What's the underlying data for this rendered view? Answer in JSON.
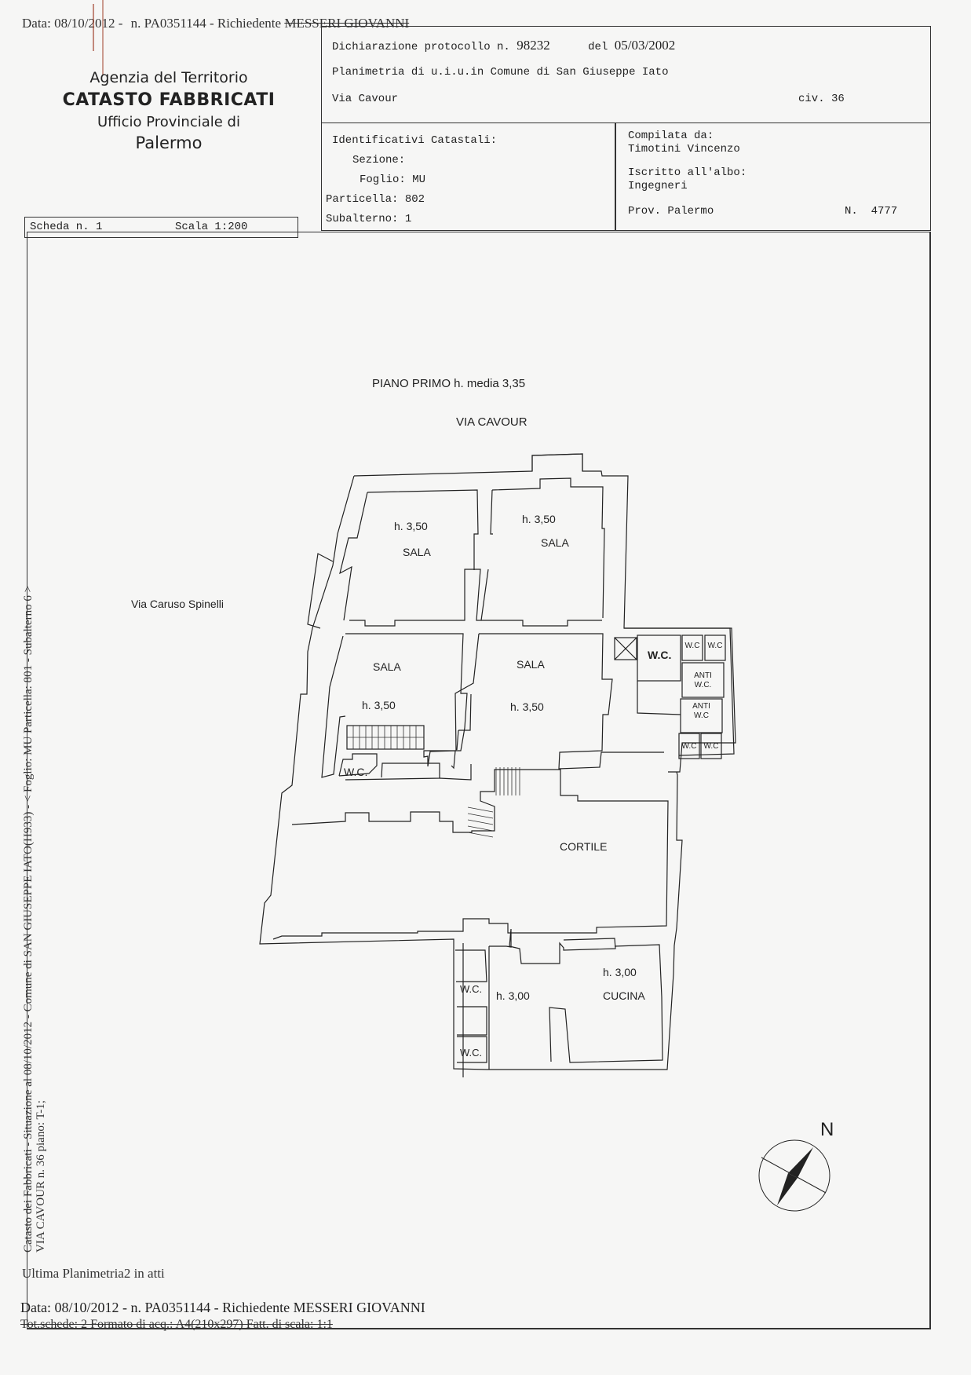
{
  "top_stamp": {
    "data": "Data: 08/10/2012 -",
    "numero": "n. PA0351144 -",
    "richiedente_label": "Richiedente",
    "richiedente_name": "MESSERI GIOVANNI"
  },
  "agency": {
    "line1": "Agenzia del Territorio",
    "line2": "CATASTO FABBRICATI",
    "line3": "Ufficio Provinciale di",
    "line4": "Palermo"
  },
  "declaration": {
    "protocol_label": "Dichiarazione protocollo n.",
    "protocol_number": "98232",
    "date_label": "del",
    "date": "05/03/2002",
    "planimetria_label": "Planimetria di u.i.u.in Comune di",
    "comune": "San Giuseppe Iato",
    "street": "Via Cavour",
    "civico_label": "civ.",
    "civico": "36"
  },
  "identifiers": {
    "title": "Identificativi Catastali:",
    "sezione_label": "Sezione:",
    "sezione": "",
    "foglio_label": "Foglio:",
    "foglio": "MU",
    "particella_label": "Particella:",
    "particella": "802",
    "subalterno_label": "Subalterno:",
    "subalterno": "1"
  },
  "compiler": {
    "label": "Compilata da:",
    "name": "Timotini Vincenzo",
    "albo_label": "Iscritto all'albo:",
    "albo": "Ingegneri",
    "prov_label": "Prov.",
    "prov": "Palermo",
    "number_label": "N.",
    "number": "4777"
  },
  "sheet": {
    "scheda_label": "Scheda n.",
    "scheda": "1",
    "scala_label": "Scala",
    "scala": "1:200"
  },
  "plan": {
    "floor_title": "PIANO PRIMO h. media 3,35",
    "street_north": "VIA CAVOUR",
    "street_west": "Via Caruso Spinelli",
    "rooms": [
      {
        "name": "SALA",
        "height": "h. 3,50"
      },
      {
        "name": "SALA",
        "height": "h. 3,50"
      },
      {
        "name": "SALA",
        "height": "h. 3,50"
      },
      {
        "name": "SALA",
        "height": "h. 3,50"
      },
      {
        "name": "W.C.",
        "height": ""
      },
      {
        "name": "CORTILE",
        "height": ""
      },
      {
        "name": "CUCINA",
        "height": "h. 3,00"
      },
      {
        "name": "",
        "height": "h. 3,00"
      }
    ],
    "wc_label": "W.C.",
    "wc_small": "W.C",
    "anti_wc_line1": "ANTI",
    "anti_wc_line2": "W.C.",
    "anti_wc_line2b": "W.C",
    "compass_label": "N"
  },
  "side_text": {
    "line1": "Catasto dei Fabbricati - Situazione al 08/10/2012 - Comune di SAN GIUSEPPE IATO(H933) - < Foglio: MU Particella: 801 - Subalterno 6 >",
    "line2": "VIA CAVOUR n. 36 piano: T-1;"
  },
  "footer": {
    "note": "Ultima Planimetria2 in atti",
    "stamp": "Data: 08/10/2012 -  n. PA0351144 - Richiedente MESSERI GIOVANNI",
    "totals": "Tot.schede: 2   Formato di acq.: A4(210x297)   Fatt. di scala: 1:1"
  }
}
